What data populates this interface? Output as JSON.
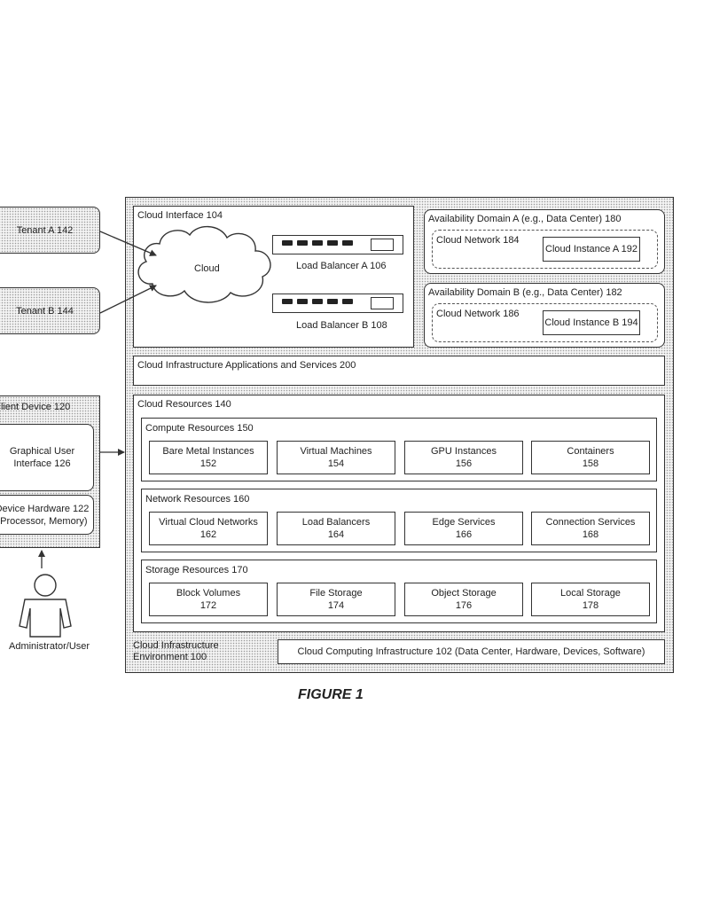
{
  "figure_label": "FIGURE 1",
  "left": {
    "tenant_a": "Tenant A 142",
    "tenant_b": "Tenant B 144",
    "client_device": "lient Device 120",
    "gui": "Graphical User\nInterface 126",
    "device_hw": "Device Hardware 122\n(Processor, Memory)",
    "admin_user": "Administrator/User"
  },
  "cloud_interface": {
    "title": "Cloud Interface 104",
    "cloud": "Cloud",
    "lb_a": "Load Balancer A 106",
    "lb_b": "Load Balancer B 108"
  },
  "availability": [
    {
      "title": "Availability Domain A (e.g., Data Center) 180",
      "network": "Cloud Network 184",
      "instance": "Cloud Instance A 192"
    },
    {
      "title": "Availability Domain B (e.g., Data Center) 182",
      "network": "Cloud Network 186",
      "instance": "Cloud Instance B 194"
    }
  ],
  "apps_services": "Cloud Infrastructure Applications and Services 200",
  "cloud_resources": {
    "title": "Cloud Resources 140",
    "groups": [
      {
        "title": "Compute Resources 150",
        "items": [
          "Bare Metal Instances\n152",
          "Virtual Machines\n154",
          "GPU Instances\n156",
          "Containers\n158"
        ]
      },
      {
        "title": "Network Resources 160",
        "items": [
          "Virtual Cloud Networks\n162",
          "Load Balancers\n164",
          "Edge Services\n166",
          "Connection Services\n168"
        ]
      },
      {
        "title": "Storage Resources 170",
        "items": [
          "Block Volumes\n172",
          "File Storage\n174",
          "Object Storage\n176",
          "Local Storage\n178"
        ]
      }
    ]
  },
  "environment": "Cloud Infrastructure\nEnvironment 100",
  "computing_infra": "Cloud Computing Infrastructure 102 (Data Center, Hardware, Devices, Software)",
  "colors": {
    "line": "#333333",
    "dot_bg": "#f3f3f3"
  }
}
